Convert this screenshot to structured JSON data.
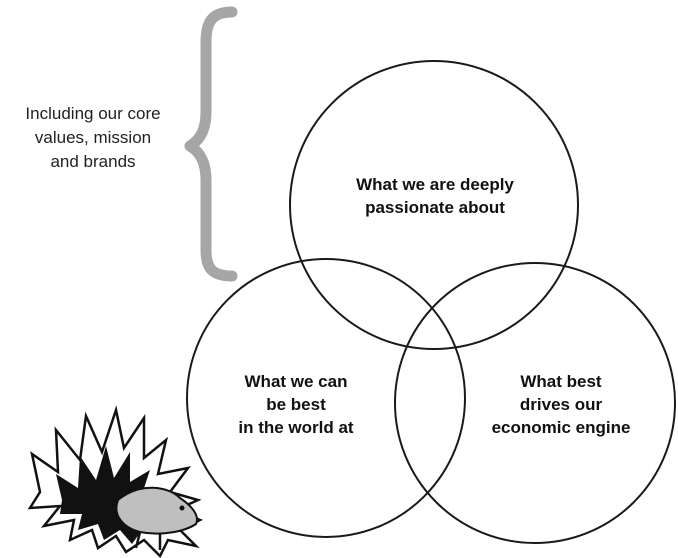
{
  "brace_note": {
    "lines": [
      "Including our core",
      "values, mission",
      "and brands"
    ]
  },
  "circles": {
    "top": {
      "lines": [
        "What we are deeply",
        "passionate about"
      ]
    },
    "left": {
      "lines": [
        "What we can",
        "be best",
        "in the world at"
      ]
    },
    "right": {
      "lines": [
        "What best",
        "drives our",
        "economic engine"
      ]
    }
  },
  "colors": {
    "brace": "#a6a6a6",
    "circle_stroke": "#1a1a1a",
    "hedgehog_body": "#bfbfbf",
    "text": "#111111"
  },
  "icons": {
    "brace": "curly-brace-icon",
    "hedgehog": "hedgehog-icon"
  }
}
